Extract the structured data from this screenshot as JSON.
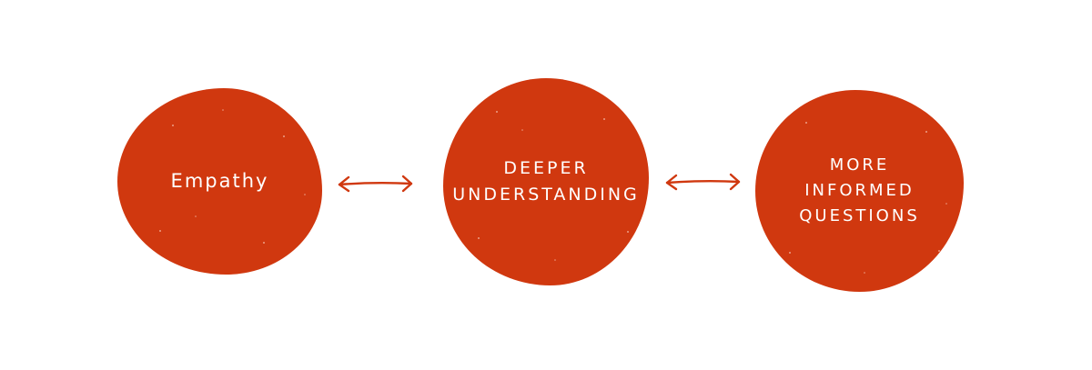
{
  "nodes": [
    {
      "id": "empathy",
      "lines": [
        "Empathy"
      ]
    },
    {
      "id": "deeper-understanding",
      "lines": [
        "DEEPER",
        "UNDERSTANDING"
      ]
    },
    {
      "id": "more-informed-questions",
      "lines": [
        "MORE",
        "INFORMED",
        "QUESTIONS"
      ]
    }
  ],
  "connectors": [
    {
      "from": "empathy",
      "to": "deeper-understanding",
      "style": "double-arrow"
    },
    {
      "from": "deeper-understanding",
      "to": "more-informed-questions",
      "style": "double-arrow"
    }
  ],
  "colors": {
    "node_fill": "#d0380f",
    "node_text": "#ffffff",
    "arrow": "#d0380f",
    "background": "#ffffff"
  }
}
